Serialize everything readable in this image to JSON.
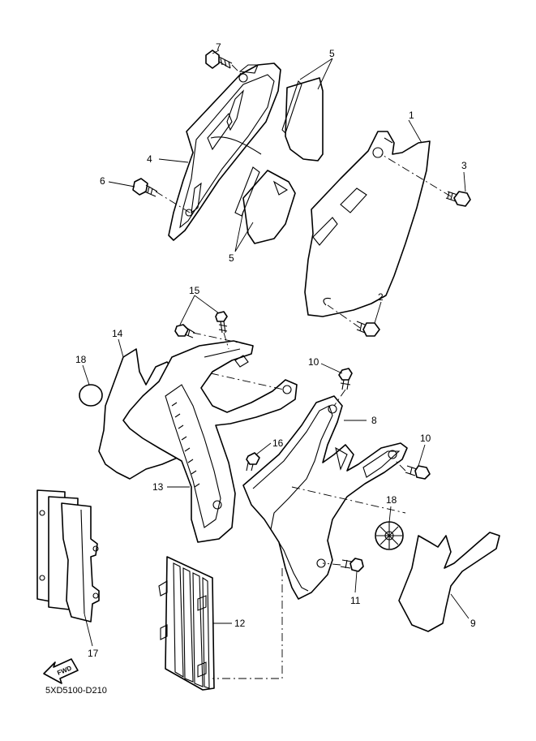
{
  "diagram": {
    "drawing_code": "5XD5100-D210",
    "fwd_label": "FWD",
    "callouts": [
      {
        "id": "c1",
        "text": "1"
      },
      {
        "id": "c2",
        "text": "2"
      },
      {
        "id": "c3",
        "text": "3"
      },
      {
        "id": "c4",
        "text": "4"
      },
      {
        "id": "c5a",
        "text": "5"
      },
      {
        "id": "c5b",
        "text": "5"
      },
      {
        "id": "c6",
        "text": "6"
      },
      {
        "id": "c7",
        "text": "7"
      },
      {
        "id": "c8",
        "text": "8"
      },
      {
        "id": "c9",
        "text": "9"
      },
      {
        "id": "c10a",
        "text": "10"
      },
      {
        "id": "c10b",
        "text": "10"
      },
      {
        "id": "c11",
        "text": "11"
      },
      {
        "id": "c12",
        "text": "12"
      },
      {
        "id": "c13",
        "text": "13"
      },
      {
        "id": "c14",
        "text": "14"
      },
      {
        "id": "c15",
        "text": "15"
      },
      {
        "id": "c16",
        "text": "16"
      },
      {
        "id": "c17",
        "text": "17"
      },
      {
        "id": "c18a",
        "text": "18"
      },
      {
        "id": "c18b",
        "text": "18"
      }
    ]
  }
}
